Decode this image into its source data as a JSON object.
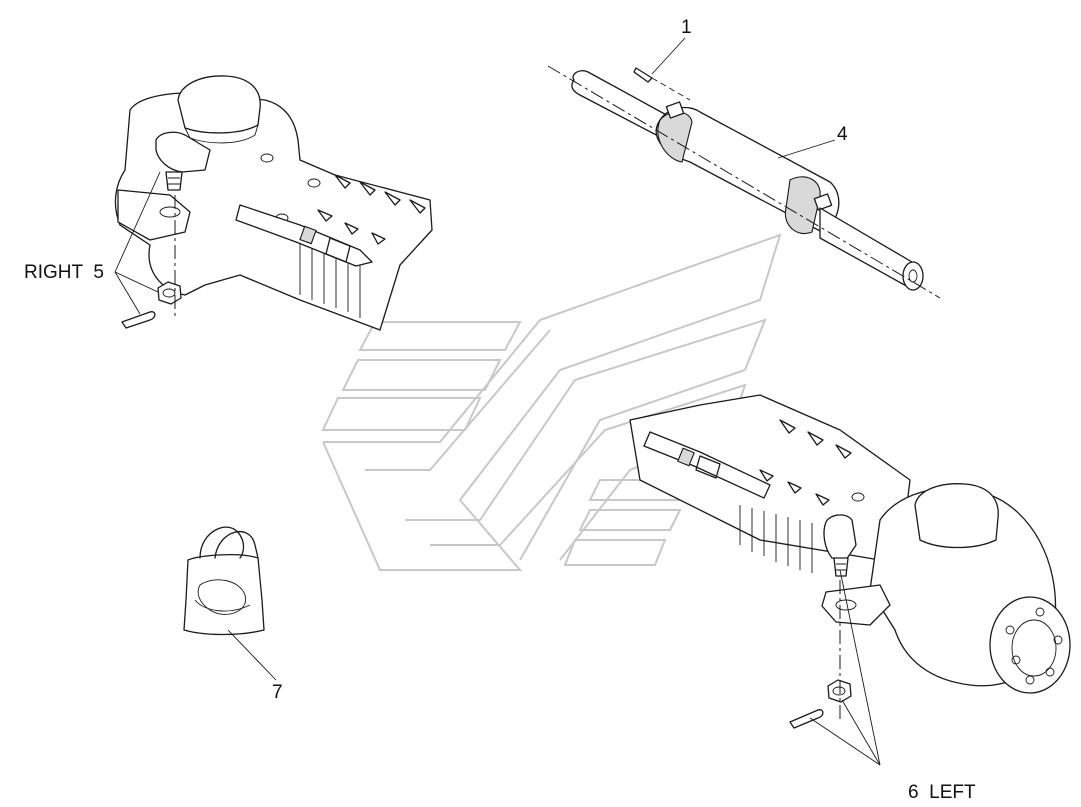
{
  "callouts": {
    "c1": "1",
    "c4": "4",
    "c5": "RIGHT  5",
    "c6": "6  LEFT",
    "c7": "7"
  },
  "colors": {
    "line": "#1a1a1a",
    "watermark": "#c8c8c8",
    "background": "#ffffff"
  }
}
